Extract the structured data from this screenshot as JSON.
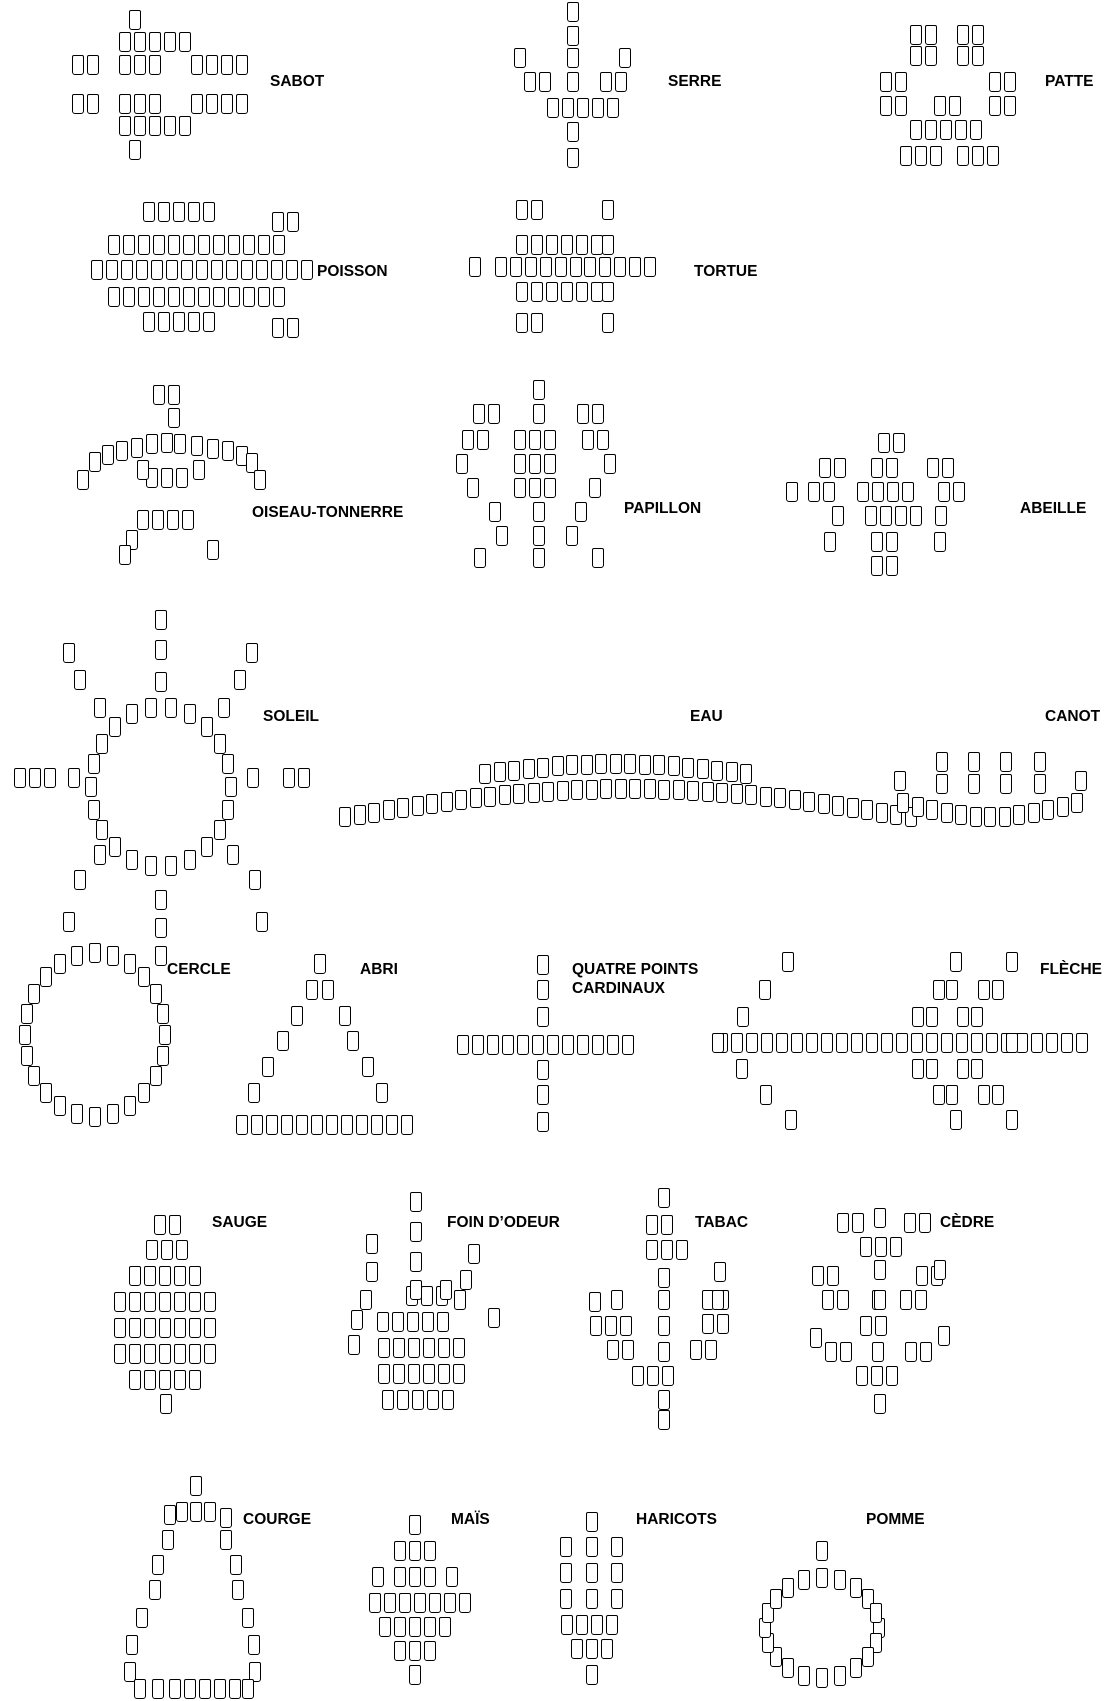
{
  "colors": {
    "bead_outline": "#000000",
    "background": "#ffffff",
    "text": "#000000"
  },
  "motifs": [
    {
      "id": "sabot",
      "label": "SABOT"
    },
    {
      "id": "serre",
      "label": "SERRE"
    },
    {
      "id": "patte",
      "label": "PATTE"
    },
    {
      "id": "poisson",
      "label": "POISSON"
    },
    {
      "id": "tortue",
      "label": "TORTUE"
    },
    {
      "id": "oiseau-tonnerre",
      "label": "OISEAU-TONNERRE"
    },
    {
      "id": "papillon",
      "label": "PAPILLON"
    },
    {
      "id": "abeille",
      "label": "ABEILLE"
    },
    {
      "id": "soleil",
      "label": "SOLEIL"
    },
    {
      "id": "eau",
      "label": "EAU"
    },
    {
      "id": "canot",
      "label": "CANOT"
    },
    {
      "id": "cercle",
      "label": "CERCLE"
    },
    {
      "id": "abri",
      "label": "ABRI"
    },
    {
      "id": "quatre-points-cardinaux",
      "label": "QUATRE POINTS\nCARDINAUX"
    },
    {
      "id": "fleche",
      "label": "FLÈCHE"
    },
    {
      "id": "sauge",
      "label": "SAUGE"
    },
    {
      "id": "foin-d-odeur",
      "label": "FOIN D’ODEUR"
    },
    {
      "id": "tabac",
      "label": "TABAC"
    },
    {
      "id": "cedre",
      "label": "CÈDRE"
    },
    {
      "id": "courge",
      "label": "COURGE"
    },
    {
      "id": "mais",
      "label": "MAÏS"
    },
    {
      "id": "haricots",
      "label": "HARICOTS"
    },
    {
      "id": "pomme",
      "label": "POMME"
    }
  ]
}
